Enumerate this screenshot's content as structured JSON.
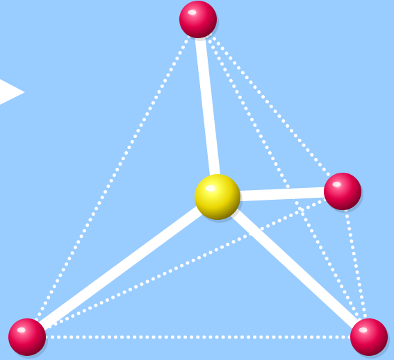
{
  "diagram": {
    "type": "tetrahedral-molecule",
    "colors": {
      "background": "#99ccff",
      "bond": "#ffffff",
      "edge": "#ffffff",
      "central_atom": "#ffee00",
      "outer_atom": "#e8004a",
      "pointer": "#ffffff"
    },
    "central_atom": {
      "id": "center",
      "color_name": "yellow"
    },
    "outer_atoms": [
      {
        "id": "top",
        "color_name": "red"
      },
      {
        "id": "right",
        "color_name": "red"
      },
      {
        "id": "bottom-left",
        "color_name": "red"
      },
      {
        "id": "bottom-right",
        "color_name": "red"
      }
    ],
    "bonds": [
      {
        "from": "center",
        "to": "top"
      },
      {
        "from": "center",
        "to": "right"
      },
      {
        "from": "center",
        "to": "bottom-left"
      },
      {
        "from": "center",
        "to": "bottom-right"
      }
    ],
    "tetrahedron_edges": [
      {
        "from": "top",
        "to": "right"
      },
      {
        "from": "top",
        "to": "bottom-left"
      },
      {
        "from": "top",
        "to": "bottom-right"
      },
      {
        "from": "right",
        "to": "bottom-left"
      },
      {
        "from": "right",
        "to": "bottom-right"
      },
      {
        "from": "bottom-left",
        "to": "bottom-right"
      }
    ],
    "pointer_icon": "triangle-pointer-icon"
  }
}
